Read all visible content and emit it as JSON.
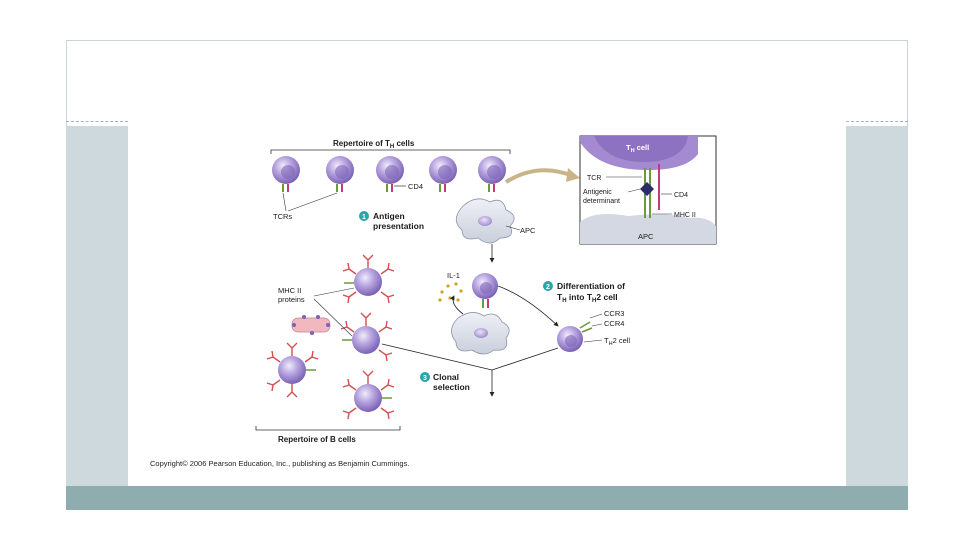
{
  "labels": {
    "repertoire_th": "Repertoire of T",
    "repertoire_th_sub": "H",
    "repertoire_th_end": " cells",
    "cd4": "CD4",
    "tcrs": "TCRs",
    "step1_num": "1",
    "step1_line1": "Antigen",
    "step1_line2": "presentation",
    "apc": "APC",
    "il1": "IL-1",
    "step2_num": "2",
    "step2_line1": "Differentiation of",
    "step2_line2_a": "T",
    "step2_line2_sub": "H",
    "step2_line2_b": " into T",
    "step2_line2_sub2": "H",
    "step2_line2_c": "2 cell",
    "ccr3": "CCR3",
    "ccr4": "CCR4",
    "th2_a": "T",
    "th2_sub": "H",
    "th2_b": "2 cell",
    "mhc_line1": "MHC II",
    "mhc_line2": "proteins",
    "step3_num": "3",
    "step3_line1": "Clonal",
    "step3_line2": "selection",
    "repertoire_b": "Repertoire of B cells"
  },
  "inset": {
    "th_cell_a": "T",
    "th_cell_sub": "H",
    "th_cell_b": " cell",
    "tcr": "TCR",
    "antigenic_1": "Antigenic",
    "antigenic_2": "determinant",
    "cd4": "CD4",
    "mhc2": "MHC II",
    "apc": "APC"
  },
  "copyright": "Copyright© 2006 Pearson Education, Inc., publishing as Benjamin Cummings.",
  "colors": {
    "cell_purple": "#a48ad0",
    "cell_dark": "#6f55a8",
    "step_badge": "#2aa6a8",
    "antibody_red": "#d05050",
    "apc_gray": "#dde1ea",
    "slide_side": "#cdd9dc",
    "bottom_bar": "#8fadaf"
  }
}
